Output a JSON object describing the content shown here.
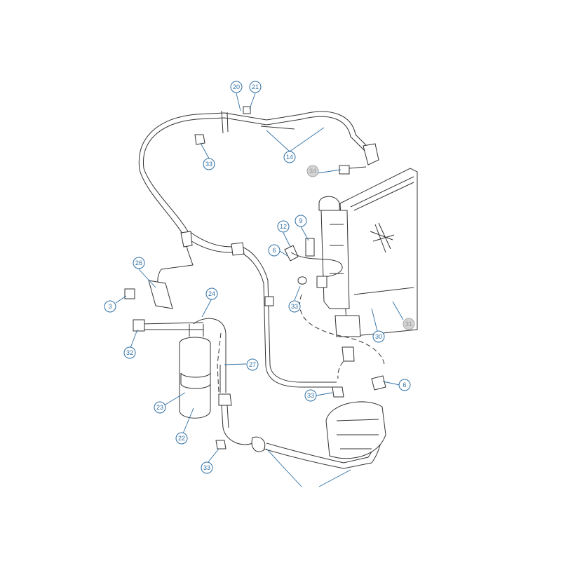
{
  "diagram": {
    "callouts": [
      {
        "id": "c20",
        "label": "20"
      },
      {
        "id": "c21",
        "label": "21"
      },
      {
        "id": "c14",
        "label": "14"
      },
      {
        "id": "c33a",
        "label": "33"
      },
      {
        "id": "c34",
        "label": "34"
      },
      {
        "id": "c12",
        "label": "12"
      },
      {
        "id": "c9",
        "label": "9"
      },
      {
        "id": "c6a",
        "label": "6"
      },
      {
        "id": "c33b",
        "label": "33"
      },
      {
        "id": "c26",
        "label": "26"
      },
      {
        "id": "c3",
        "label": "3"
      },
      {
        "id": "c24",
        "label": "24"
      },
      {
        "id": "c32",
        "label": "32"
      },
      {
        "id": "c27",
        "label": "27"
      },
      {
        "id": "c23",
        "label": "23"
      },
      {
        "id": "c22",
        "label": "22"
      },
      {
        "id": "c33c",
        "label": "33"
      },
      {
        "id": "c33d",
        "label": "33"
      },
      {
        "id": "c6b",
        "label": "6"
      },
      {
        "id": "c30",
        "label": "30"
      },
      {
        "id": "c31",
        "label": "31"
      }
    ]
  }
}
